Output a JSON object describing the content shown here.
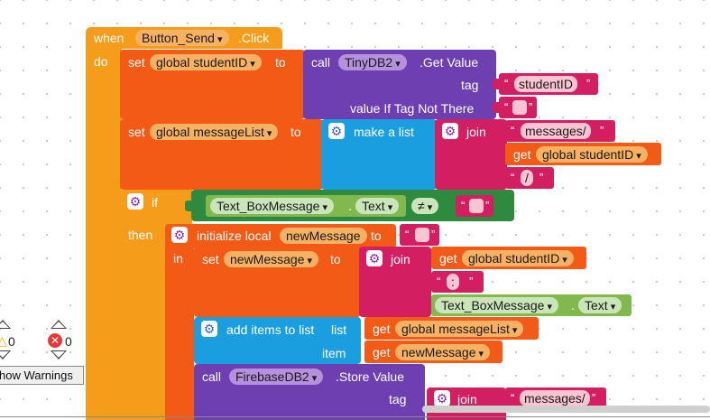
{
  "event": {
    "when": "when",
    "component": "Button_Send",
    "event": ".Click",
    "do": "do"
  },
  "set1": {
    "set": "set",
    "var": "global studentID",
    "to": "to"
  },
  "tinydb": {
    "call": "call",
    "component": "TinyDB2",
    "method": ".Get Value",
    "tag": "tag",
    "tag_value": "studentID",
    "notfound": "value If Tag Not There"
  },
  "set2": {
    "set": "set",
    "var": "global messageList",
    "to": "to"
  },
  "makelist": {
    "label": "make a list"
  },
  "join1": {
    "label": "join",
    "s1": "messages/",
    "get": "get",
    "get_var": "global studentID",
    "s3": "/"
  },
  "ifblock": {
    "if": "if",
    "then": "then",
    "comp": "Text_BoxMessage",
    "prop": "Text",
    "op": "≠"
  },
  "initlocal": {
    "label": "initialize local",
    "name": "newMessage",
    "to": "to",
    "in": "in"
  },
  "set3": {
    "set": "set",
    "var": "newMessage",
    "to": "to"
  },
  "join2": {
    "label": "join",
    "get": "get",
    "get_var": "global studentID",
    "s2": ":",
    "comp": "Text_BoxMessage",
    "prop": "Text"
  },
  "additems": {
    "label": "add items to list",
    "list": "list",
    "item": "item",
    "get": "get",
    "list_var": "global messageList",
    "item_var": "newMessage"
  },
  "firebase": {
    "call": "call",
    "component": "FirebaseDB2",
    "method": ".Store Value",
    "tag": "tag",
    "join": "join",
    "s1": "messages/"
  },
  "warnings": {
    "warn_count": "0",
    "error_count": "0",
    "button": "how Warnings"
  },
  "quote": "“ ”"
}
